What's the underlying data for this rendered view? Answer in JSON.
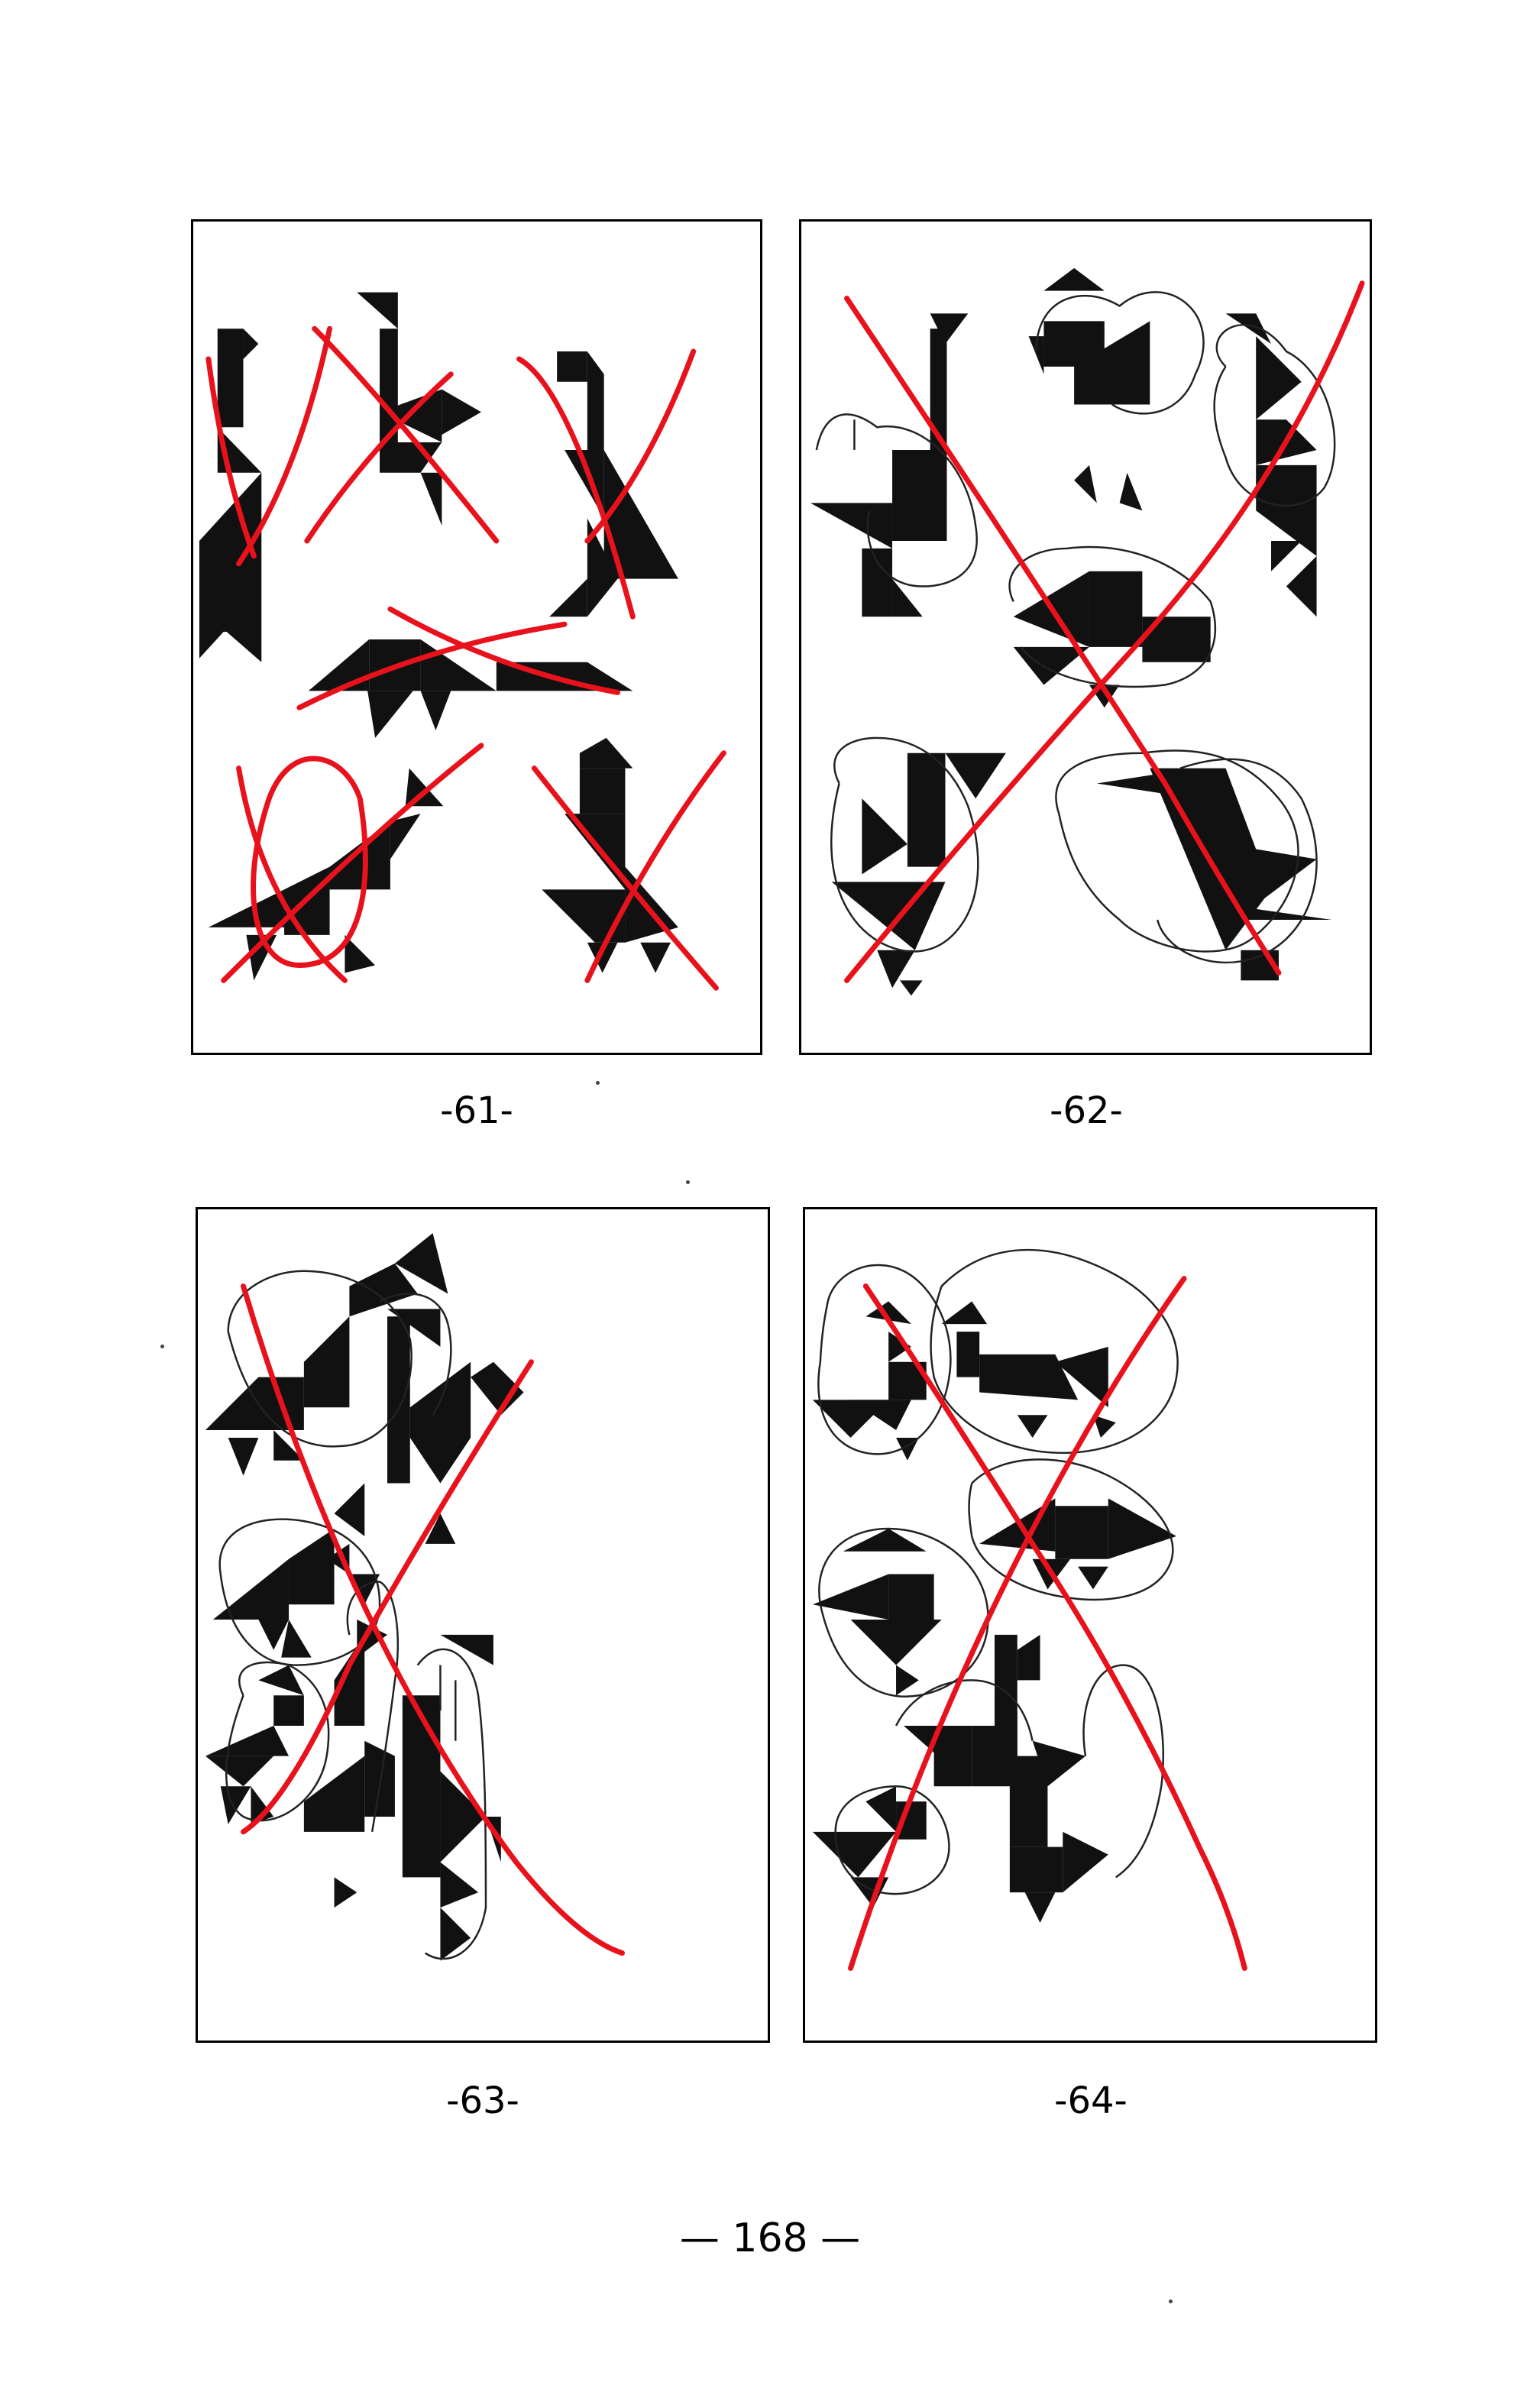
{
  "figures": [
    {
      "caption": "-61-"
    },
    {
      "caption": "-62-"
    },
    {
      "caption": "-63-"
    },
    {
      "caption": "-64-"
    }
  ],
  "page_number": "— 168 —",
  "colors": {
    "tangram": "#111111",
    "cross_out": "#e8121c",
    "sketch": "#222222",
    "frame": "#000000"
  }
}
